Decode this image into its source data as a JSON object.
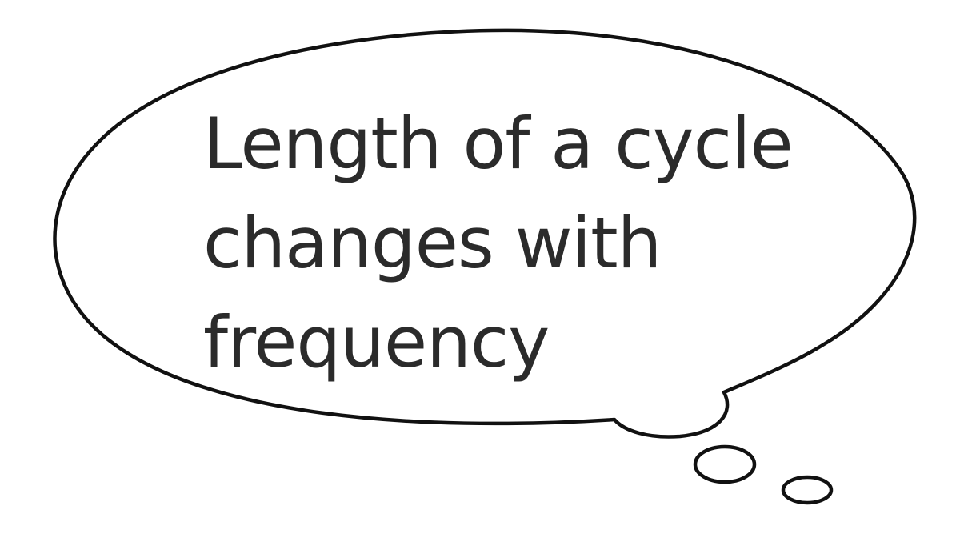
{
  "thought_bubble": {
    "lines": [
      "Length of a cycle",
      "changes with",
      "frequency"
    ]
  },
  "colors": {
    "outline": "#111111",
    "fill": "#ffffff",
    "text": "#2b2b2b"
  }
}
